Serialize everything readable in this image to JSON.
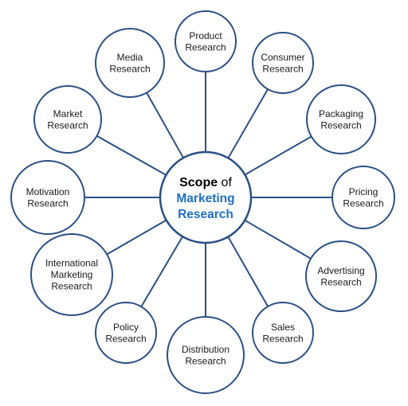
{
  "colors": {
    "stroke": "#2b4f85",
    "accent": "#1f6fc5"
  },
  "center": {
    "scope_bold": "Scope",
    "scope_rest": " of",
    "line2": "Marketing",
    "line3": "Research"
  },
  "nodes": [
    {
      "id": "product",
      "lines": [
        "Product",
        "Research"
      ]
    },
    {
      "id": "consumer",
      "lines": [
        "Consumer",
        "Research"
      ]
    },
    {
      "id": "packaging",
      "lines": [
        "Packaging",
        "Research"
      ]
    },
    {
      "id": "pricing",
      "lines": [
        "Pricing",
        "Research"
      ]
    },
    {
      "id": "advertising",
      "lines": [
        "Advertising",
        "Research"
      ]
    },
    {
      "id": "sales",
      "lines": [
        "Sales",
        "Research"
      ]
    },
    {
      "id": "distribution",
      "lines": [
        "Distribution",
        "Research"
      ]
    },
    {
      "id": "policy",
      "lines": [
        "Policy",
        "Research"
      ]
    },
    {
      "id": "international",
      "lines": [
        "International",
        "Marketing",
        "Research"
      ]
    },
    {
      "id": "motivation",
      "lines": [
        "Motivation",
        "Research"
      ]
    },
    {
      "id": "market",
      "lines": [
        "Market",
        "Research"
      ]
    },
    {
      "id": "media",
      "lines": [
        "Media",
        "Research"
      ]
    }
  ]
}
